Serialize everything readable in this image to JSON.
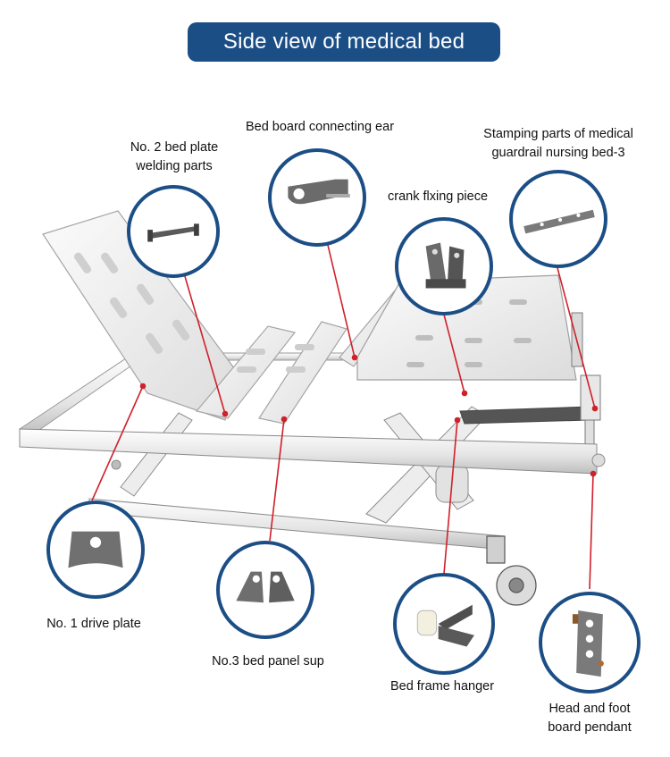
{
  "title": "Side view of medical bed",
  "parts": {
    "p1": {
      "line1": "No. 2 bed plate",
      "line2": "welding parts"
    },
    "p2": {
      "line1": "Bed board connecting ear"
    },
    "p3": {
      "line1": "Stamping parts of medical",
      "line2": "guardrail nursing bed-3"
    },
    "p4": {
      "line1": "crank flxing piece"
    },
    "p5": {
      "line1": "No. 1 drive plate"
    },
    "p6": {
      "line1": "No.3 bed panel sup"
    },
    "p7": {
      "line1": "Bed frame hanger"
    },
    "p8": {
      "line1": "Head and foot",
      "line2": "board pendant"
    }
  },
  "colors": {
    "accent": "#1c4e86",
    "pointer": "#d0202a",
    "frame": "#f2f2f2"
  }
}
